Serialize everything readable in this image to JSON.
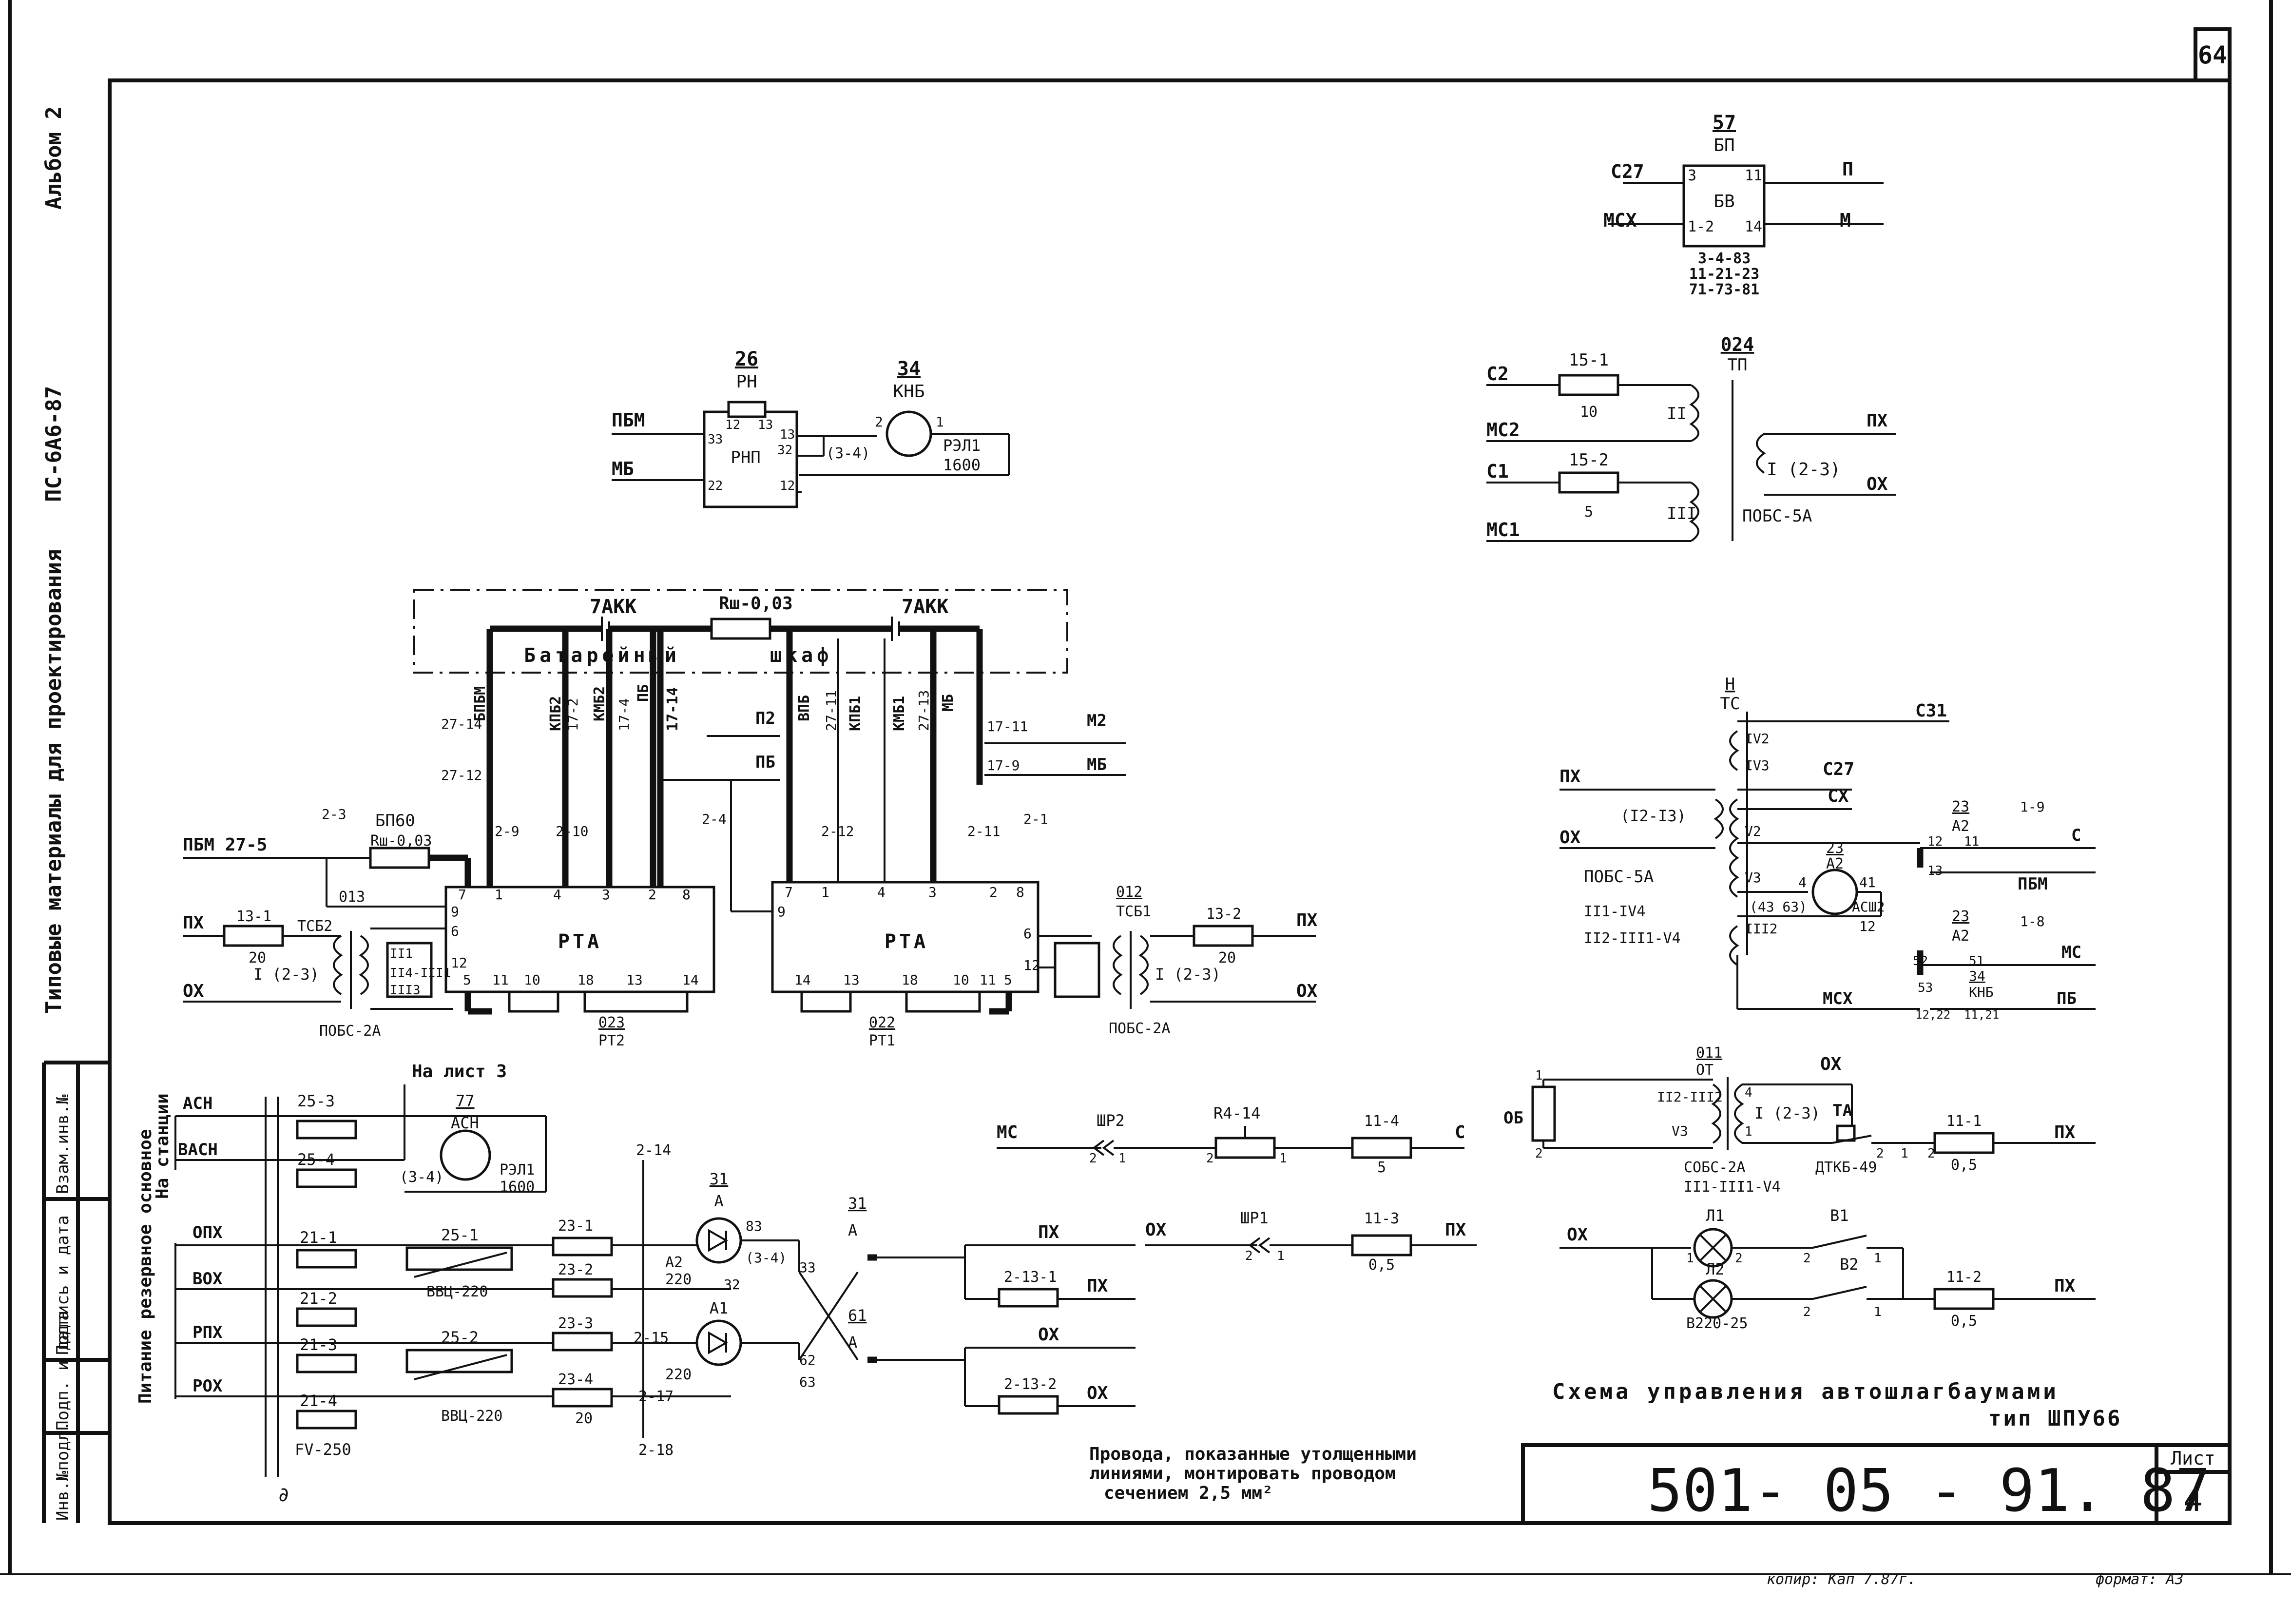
{
  "sheet": {
    "page_number": "64",
    "album": "Альбом 2",
    "series": "ПС-6А6-87",
    "series_title": "Типовые материалы для проектирования",
    "doc_code": "501- 05 - 91. 87",
    "sheet_label": "Лист",
    "sheet_number": "4",
    "title": "Схема управления автошлагбаумами",
    "subtitle": "тип ШПУ66",
    "note": [
      "Провода, показанные утолщенными",
      "линиями, монтировать проводом",
      "сечением 2,5 мм²"
    ],
    "copy_note": "копир: Кап 7.87г.",
    "format": "формат: А3",
    "stamp_cells": [
      "Взам.инв.№",
      "Подпись и дата",
      "Подп. и дата",
      "Инв.№подл."
    ]
  },
  "block_bp": {
    "pos": "57",
    "ref": "БП",
    "inner": "БВ",
    "pin_tl": "3",
    "pin_tr": "11",
    "pin_bl": "1-2",
    "pin_br": "14",
    "left_top": "С27",
    "left_bot": "МСХ",
    "right_top": "П",
    "right_bot": "М",
    "below": [
      "3-4-83",
      "11-21-23",
      "71-73-81"
    ]
  },
  "block_rn": {
    "pos": "26",
    "ref": "РН",
    "inner": "РНП",
    "pins": [
      "12",
      "13",
      "33",
      "32",
      "22",
      "12",
      "13"
    ],
    "left_top": "ПБМ",
    "left_bot": "МБ",
    "coil_pos": "34",
    "coil_ref": "КНБ",
    "coil_pins": [
      "2",
      "1"
    ],
    "coil_label": "(3-4)",
    "coil_type": "РЭЛ1",
    "coil_value": "1600"
  },
  "block_tp": {
    "pos": "024",
    "ref": "ТП",
    "r1": "15-1",
    "r1_val": "10",
    "r2": "15-2",
    "r2_val": "5",
    "in1": "С2",
    "in2": "МС2",
    "in3": "С1",
    "in4": "МС1",
    "w2": "II",
    "w3": "III",
    "w1": "I (2-3)",
    "out_top": "ПХ",
    "out_bot": "ОХ",
    "trans": "ПОБС-5А"
  },
  "battery": {
    "left": "7АКК",
    "right": "7АКК",
    "resistor": "Rш-0,03",
    "cabinet_a": "Батарейный",
    "cabinet_b": "шкаф",
    "taps_left": [
      "БПБМ",
      "КПБ2",
      "КМБ2",
      "ПБ",
      "17-14"
    ],
    "taps_right": [
      "ВПБ",
      "КПБ1",
      "КМБ1",
      "МБ"
    ],
    "labels": [
      "27-14",
      "27-12",
      "17-2",
      "17-4",
      "27-11",
      "27-13",
      "17-11",
      "17-9",
      "П2",
      "ПБ",
      "М2",
      "МБ",
      "2-4",
      "2-1",
      "2-3",
      "2-9",
      "2-10",
      "2-12",
      "2-11"
    ]
  },
  "rta_left": {
    "label": "РТА",
    "pos": "023",
    "ref": "РТ2",
    "tc": "ТСБ2",
    "trans": "ПОБС-2А",
    "top_pins": [
      "7",
      "1",
      "4",
      "3",
      "2",
      "8"
    ],
    "bottom_pins": [
      "5",
      "11",
      "10",
      "18",
      "13",
      "14"
    ],
    "side_pins": [
      "9",
      "6",
      "12"
    ],
    "feed": "ПБМ 27-5",
    "r": "БП60",
    "r_val": "Rш-0,03",
    "pos2": "013",
    "r_in": "13-1",
    "r_in_val": "20",
    "in_top": "ПХ",
    "in_bot": "ОХ",
    "w": "I (2-3)",
    "w_a": "II1",
    "w_b": "II4-III1",
    "w_c": "III3"
  },
  "rta_right": {
    "label": "РТА",
    "pos": "022",
    "ref": "РТ1",
    "tc": "ТСБ1",
    "pos2": "012",
    "trans": "ПОБС-2А",
    "top_pins": [
      "7",
      "1",
      "4",
      "3",
      "2",
      "8"
    ],
    "bottom_pins": [
      "14",
      "13",
      "18",
      "10",
      "11",
      "5"
    ],
    "side_pins": [
      "9",
      "6",
      "12"
    ],
    "r_out": "13-2",
    "r_out_val": "20",
    "out_top": "ПХ",
    "out_bot": "ОХ",
    "w": "I (2-3)"
  },
  "block_tc": {
    "pos": "Н",
    "ref": "ТС",
    "in_top": "ПХ",
    "in_bot": "ОХ",
    "w_in": "(I2-I3)",
    "windings": [
      "IV2",
      "IV3",
      "V2",
      "V3",
      "III2"
    ],
    "outs": [
      "С31",
      "С27",
      "СХ"
    ],
    "trans": "ПОБС-5А",
    "w_list": [
      "II1-IV4",
      "II2-III1-V4"
    ],
    "d_pos": "23",
    "d_ref": "А2",
    "d_pins": [
      "4",
      "41"
    ],
    "d_label": "(43 63)",
    "d_type": "АСШ2",
    "d_val": "12",
    "rel_a": "23",
    "rel_a_ref": "А2",
    "rel_a_pins": [
      "12",
      "11"
    ],
    "rel_b_pins": [
      "13"
    ],
    "out_c": "С",
    "out_pbm": "ПБМ",
    "out_mc": "МС",
    "out_pb": "ПБ",
    "out_mcx": "МСХ",
    "tap_a": "1-9",
    "tap_b": "1-8",
    "rel_b": "23",
    "rel_b_ref": "А2",
    "kn_pos": "34",
    "kn_ref": "КНБ",
    "kn_pins": [
      "52",
      "51",
      "53"
    ],
    "kn_sub": [
      "12,22",
      "11,21"
    ]
  },
  "block_ot": {
    "pos": "011",
    "ref": "ОТ",
    "ob": "ОБ",
    "w_a": "II2-III2",
    "w_b": "V3",
    "w": "I (2-3)",
    "trans": "СОБС-2А",
    "w_list": "II1-III1-V4",
    "ta": "ТА",
    "dtk": "ДТКБ-49",
    "r": "11-1",
    "r_val": "0,5",
    "out": "ПХ",
    "ox": "ОХ",
    "pins": [
      "1",
      "2",
      "4",
      "1",
      "2",
      "1",
      "2"
    ]
  },
  "block_lamps": {
    "ox": "ОХ",
    "l1": "Л1",
    "l2": "Л2",
    "b1": "В1",
    "b2": "В2",
    "lamp_type": "В220-25",
    "r": "11-2",
    "r_val": "0,5",
    "out": "ПХ",
    "pins": [
      "1",
      "2",
      "2",
      "1",
      "2",
      "1"
    ]
  },
  "block_mc": {
    "in": "МС",
    "conn": "ШР2",
    "r": "R4-14",
    "r2": "11-4",
    "r2_val": "5",
    "out": "С",
    "in2": "ОХ",
    "conn2": "ШР1",
    "r3": "11-3",
    "r3_val": "0,5",
    "out2": "ПХ",
    "pins": [
      "2",
      "1",
      "2",
      "1",
      "2",
      "1"
    ]
  },
  "block_power": {
    "group_a": "На станции",
    "group_b": "Питание резервное основное",
    "lines": [
      "АСН",
      "ВАСН",
      "ОПХ",
      "ВОХ",
      "РПХ",
      "РОХ"
    ],
    "fuses": [
      "25-3",
      "25-4",
      "21-1",
      "21-2",
      "21-3",
      "21-4",
      "FV-250"
    ],
    "regs": [
      "25-1",
      "25-2"
    ],
    "reg_type": "ВВЦ-220",
    "resistors": [
      "23-1",
      "23-2",
      "23-3",
      "23-4"
    ],
    "r_val": "20",
    "to_sheet": "На лист 3",
    "relay_pos": "77",
    "relay_ref": "АСН",
    "relay_label": "(3-4)",
    "relay_type": "РЭЛ1",
    "relay_val": "1600",
    "bridge": [
      "2-14",
      "2-15",
      "2-17",
      "2-18"
    ],
    "d_pos": "31",
    "d_ref": "А",
    "d_sub": "А2",
    "d_val": "220",
    "d2_ref": "А1",
    "d2_val": "220",
    "d_pins": [
      "83",
      "(3-4)",
      "32",
      "33",
      "62",
      "63"
    ],
    "out_a": "31",
    "out_a_ref": "А",
    "out_b": "61",
    "out_b_ref": "А",
    "r_out": [
      "2-13-1",
      "2-13-2"
    ],
    "outs": [
      "ПХ",
      "ПХ",
      "ОХ",
      "ОХ"
    ],
    "gnd": "∂"
  }
}
